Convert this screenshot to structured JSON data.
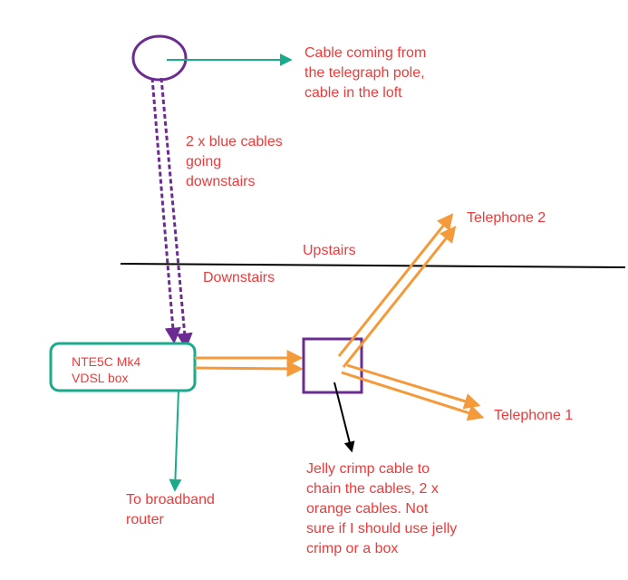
{
  "labels": {
    "cable_source": "Cable coming from\nthe telegraph pole,\ncable in the loft",
    "blue_cables": "2 x blue cables\ngoing\ndownstairs",
    "upstairs": "Upstairs",
    "downstairs": "Downstairs",
    "telephone_2": "Telephone 2",
    "telephone_1": "Telephone 1",
    "vdsl_box": "NTE5C Mk4\nVDSL box",
    "broadband": "To broadband\nrouter",
    "jelly_crimp": "Jelly crimp cable to\nchain the cables, 2 x\norange cables. Not\nsure if I should use jelly\ncrimp or a box"
  },
  "colors": {
    "label_text": "#ee3a3a",
    "teal": "#1aaa8c",
    "purple": "#6a2c91",
    "orange": "#f59a3a",
    "black": "#000000"
  }
}
